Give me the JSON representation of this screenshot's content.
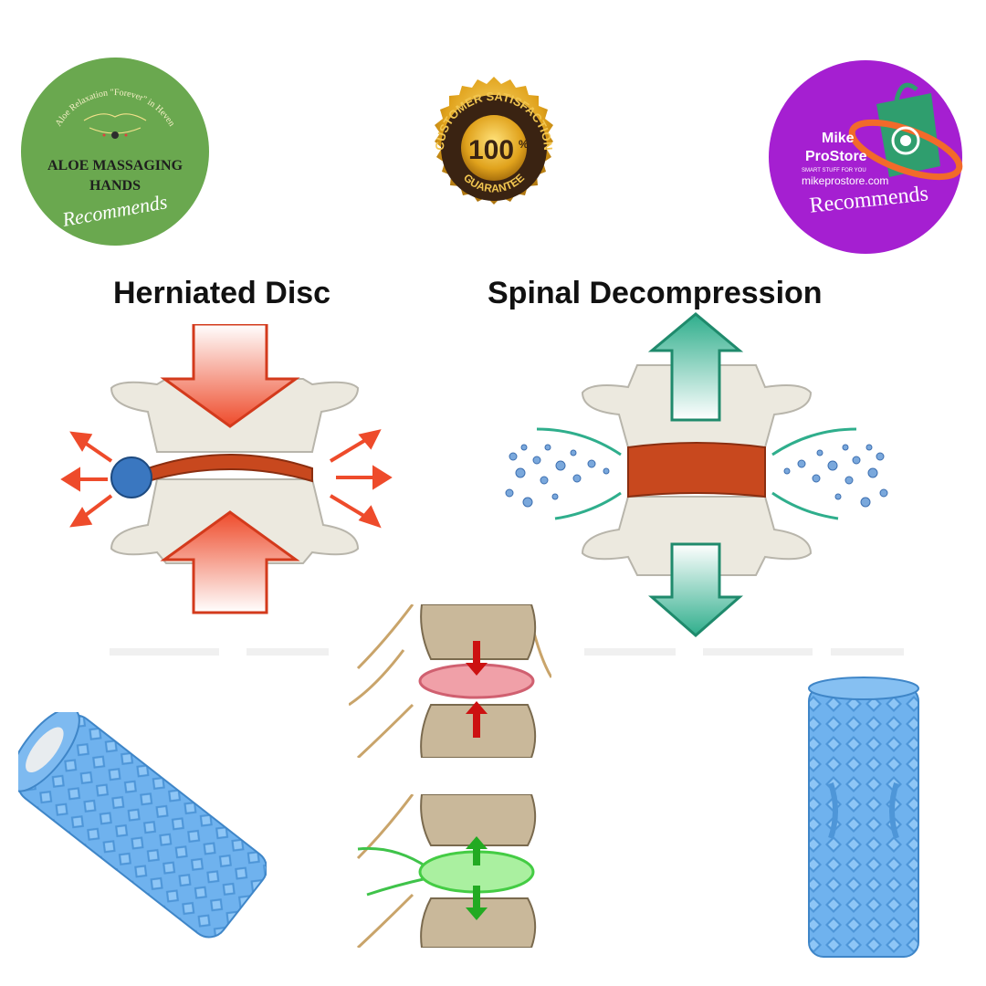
{
  "badges": {
    "left": {
      "arc_text": "Aloe Relaxation \"Forever\" in Heven",
      "title_line1": "ALOE MASSAGING",
      "title_line2": "HANDS",
      "recommends": "Recommends",
      "bg_color": "#6aa84f"
    },
    "center": {
      "arc_text": "CUSTOMER SATISFACTION",
      "number": "100",
      "percent": "%",
      "bottom_text": "GUARANTEE",
      "gold_color": "#e0a21c"
    },
    "right": {
      "brand_line1": "Mike",
      "brand_line2": "ProStore",
      "tagline": "SMART STUFF FOR YOU",
      "url": "mikeprostore.com",
      "recommends": "Recommends",
      "bg_color": "#a51fd1"
    }
  },
  "diagrams": {
    "herniated_title": "Herniated Disc",
    "decompression_title": "Spinal Decompression",
    "compress_arrow_color": "#ee4b2b",
    "decompress_arrow_color": "#2fae8c"
  },
  "products": {
    "roller_color": "#6fb2ee"
  }
}
